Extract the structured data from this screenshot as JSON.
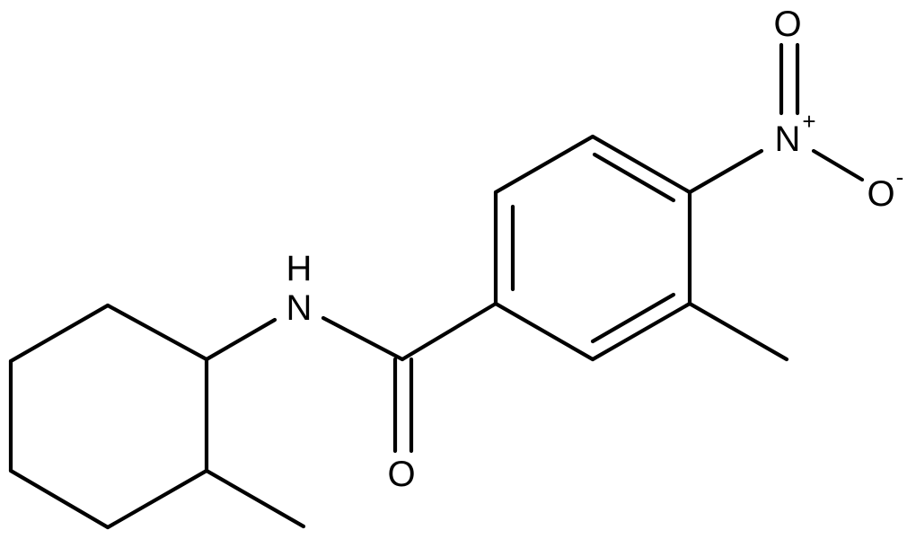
{
  "molecule": {
    "atoms": {
      "amide_n": "N",
      "amide_h": "H",
      "carbonyl_o": "O",
      "nitro_n": "N",
      "nitro_n_charge": "+",
      "nitro_o_double": "O",
      "nitro_o_single": "O",
      "nitro_o_charge": "-"
    }
  }
}
